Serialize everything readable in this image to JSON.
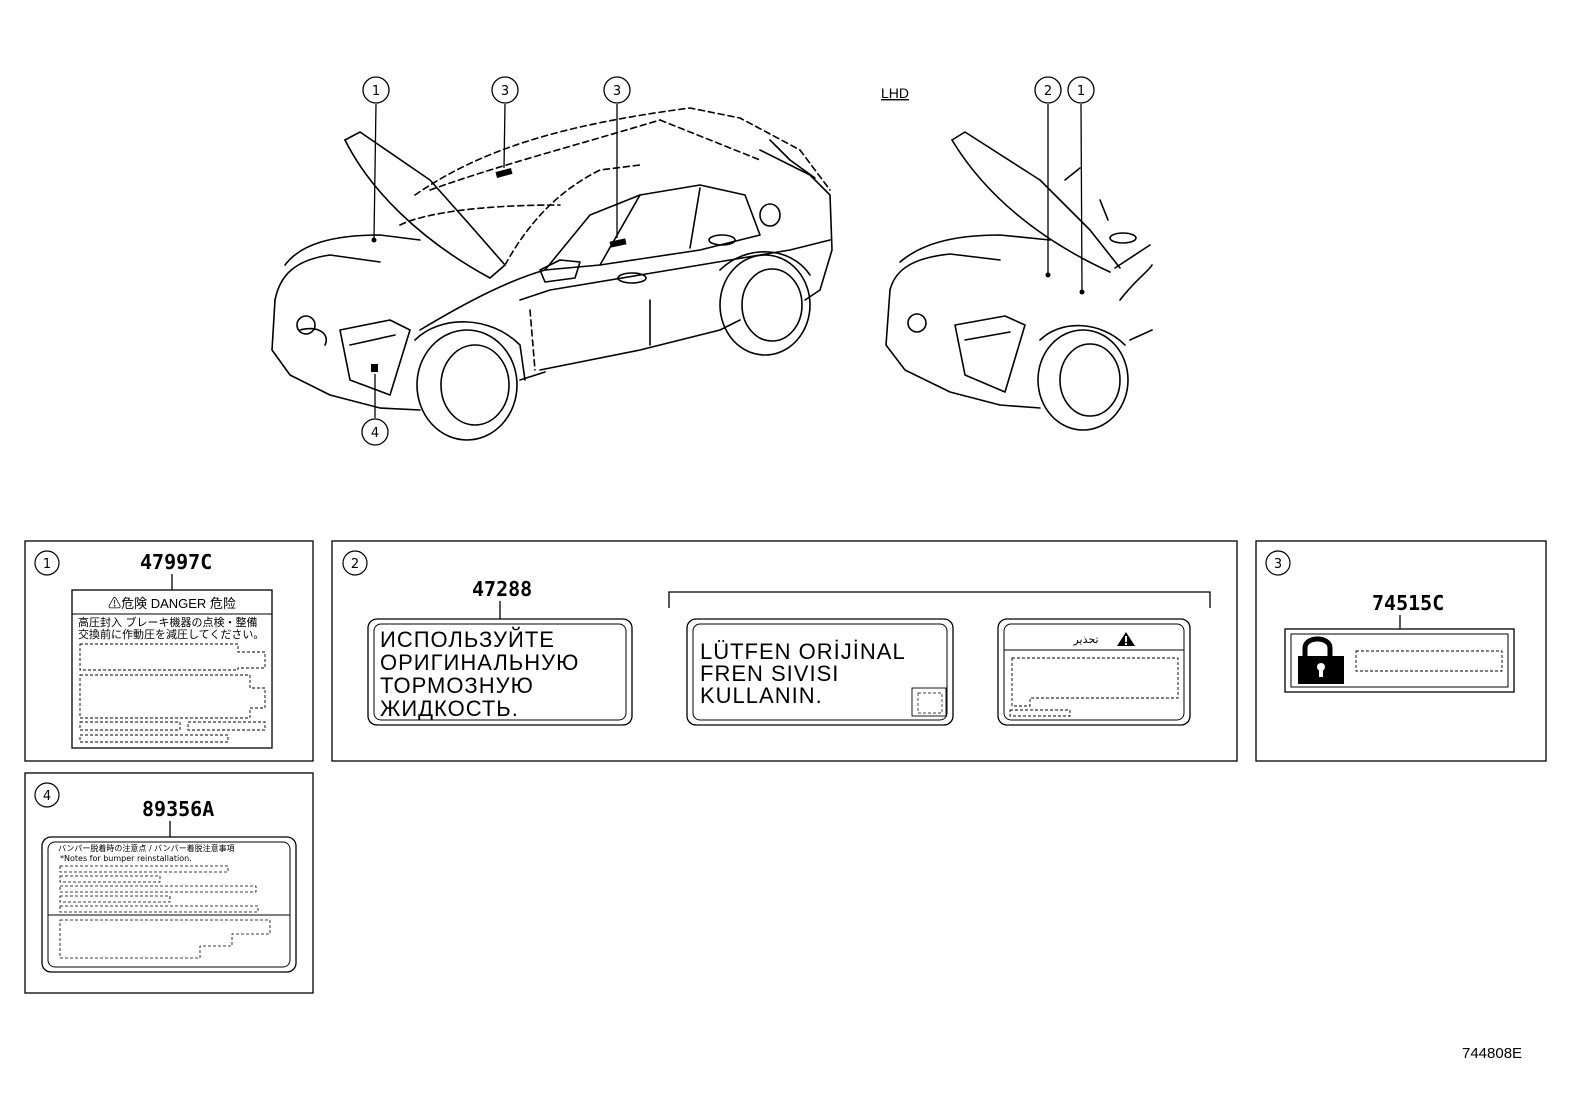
{
  "drawing_id": "744808E",
  "view_label": "LHD",
  "callouts": [
    "1",
    "2",
    "3",
    "4"
  ],
  "panels": {
    "p1": {
      "index": "1",
      "part_number": "47997C",
      "header": "⚠危険  DANGER  危险",
      "line1": "高圧封入  ブレーキ機器の点検・整備",
      "line2": "交換前に作動圧を減圧してください。"
    },
    "p2": {
      "index": "2",
      "part_number": "47288",
      "ru_lines": [
        "ИСПОЛЬЗУЙТЕ",
        "ОРИГИНАЛЬНУЮ",
        "ТОРМОЗНУЮ",
        "ЖИДКОСТЬ."
      ],
      "tr_lines": [
        "LÜTFEN ORİJİNAL",
        "FREN SIVISI",
        "KULLANIN."
      ],
      "ar_header": "تحذير"
    },
    "p3": {
      "index": "3",
      "part_number": "74515C"
    },
    "p4": {
      "index": "4",
      "part_number": "89356A",
      "line1": "バンパー脱着時の注意点 / バンパー着脱注意事項",
      "line2": "*Notes for bumper reinstallation."
    }
  }
}
